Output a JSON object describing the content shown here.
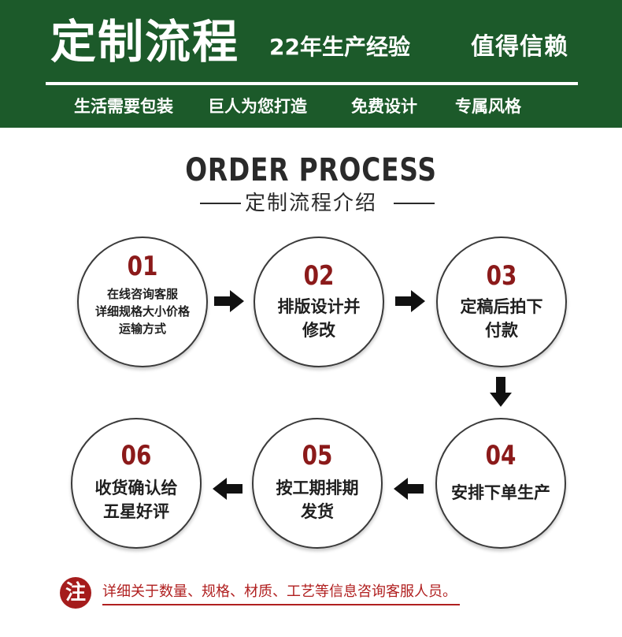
{
  "banner": {
    "title": "定制流程",
    "tag_experience": "22年生产经验",
    "tag_trust": "值得信赖",
    "features": [
      "生活需要包装",
      "巨人为您打造",
      "免费设计",
      "专属风格"
    ]
  },
  "section": {
    "heading": "ORDER PROCESS",
    "subheading": "定制流程介绍"
  },
  "steps": [
    {
      "num": "01",
      "desc": "在线咨询客服\n详细规格大小价格\n运输方式"
    },
    {
      "num": "02",
      "desc": "排版设计并\n修改"
    },
    {
      "num": "03",
      "desc": "定稿后拍下\n付款"
    },
    {
      "num": "04",
      "desc": "安排下单生产"
    },
    {
      "num": "05",
      "desc": "按工期排期\n发货"
    },
    {
      "num": "06",
      "desc": "收货确认给\n五星好评"
    }
  ],
  "note": {
    "badge": "注",
    "text": "详细关于数量、规格、材质、工艺等信息咨询客服人员。"
  },
  "colors": {
    "banner_green": "#1c5a2a",
    "step_number_red": "#8b1a1a",
    "note_red": "#b01f1f"
  }
}
